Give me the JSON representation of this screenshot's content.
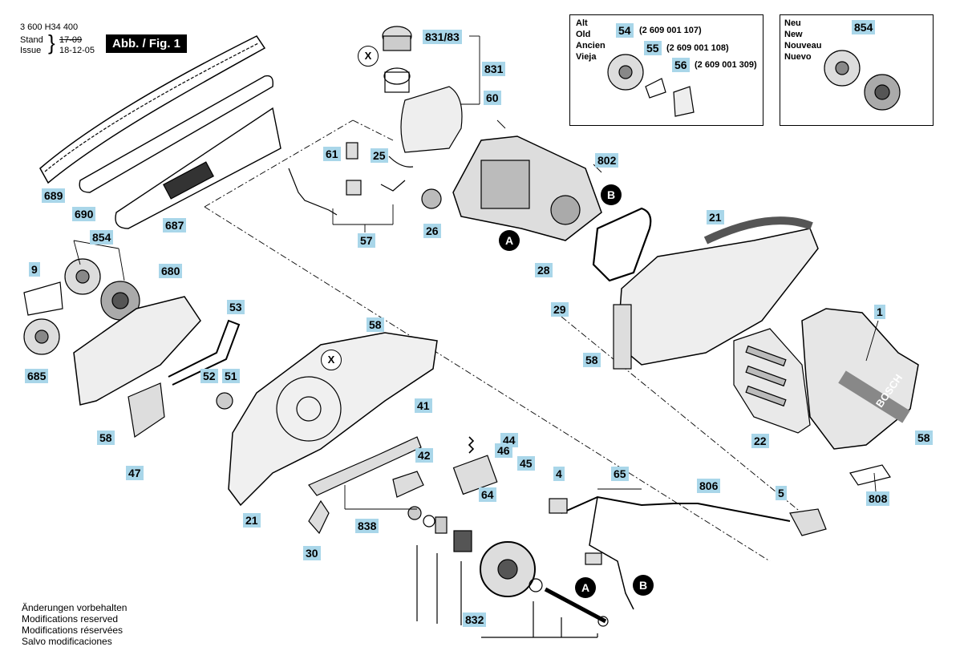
{
  "header": {
    "doc_number": "3 600 H34 400",
    "stand_label": "Stand",
    "issue_label": "Issue",
    "old_date": "17-09",
    "new_date": "18-12-05",
    "figure_label": "Abb. / Fig. 1"
  },
  "inset_old": {
    "labels": [
      "Alt",
      "Old",
      "Ancien",
      "Vieja"
    ],
    "parts": [
      {
        "num": "54",
        "code": "(2 609 001 107)"
      },
      {
        "num": "55",
        "code": "(2 609 001 108)"
      },
      {
        "num": "56",
        "code": "(2 609 001 309)"
      }
    ]
  },
  "inset_new": {
    "labels": [
      "Neu",
      "New",
      "Nouveau",
      "Nuevo"
    ],
    "part": "854"
  },
  "parts": {
    "p831_83": "831/83",
    "p831": "831",
    "p60": "60",
    "p802": "802",
    "p61": "61",
    "p25": "25",
    "p26": "26",
    "p57": "57",
    "p21a": "21",
    "p28": "28",
    "p29": "29",
    "p58a": "58",
    "p1": "1",
    "p689": "689",
    "p690": "690",
    "p687": "687",
    "p854": "854",
    "p9": "9",
    "p680": "680",
    "p685": "685",
    "p53": "53",
    "p58b": "58",
    "p52": "52",
    "p51": "51",
    "p58c": "58",
    "p47": "47",
    "p41": "41",
    "p44": "44",
    "p46": "46",
    "p45": "45",
    "p42": "42",
    "p64": "64",
    "p21b": "21",
    "p838": "838",
    "p30": "30",
    "p832": "832",
    "p4": "4",
    "p65": "65",
    "p806": "806",
    "p5": "5",
    "p808": "808",
    "p22": "22",
    "p58d": "58"
  },
  "markers": {
    "a1": "A",
    "b1": "B",
    "a2": "A",
    "b2": "B",
    "x1": "X",
    "x2": "X"
  },
  "brand": "BOSCH",
  "disclaimer": [
    "Änderungen vorbehalten",
    "Modifications reserved",
    "Modifications réservées",
    "Salvo modificaciones"
  ]
}
